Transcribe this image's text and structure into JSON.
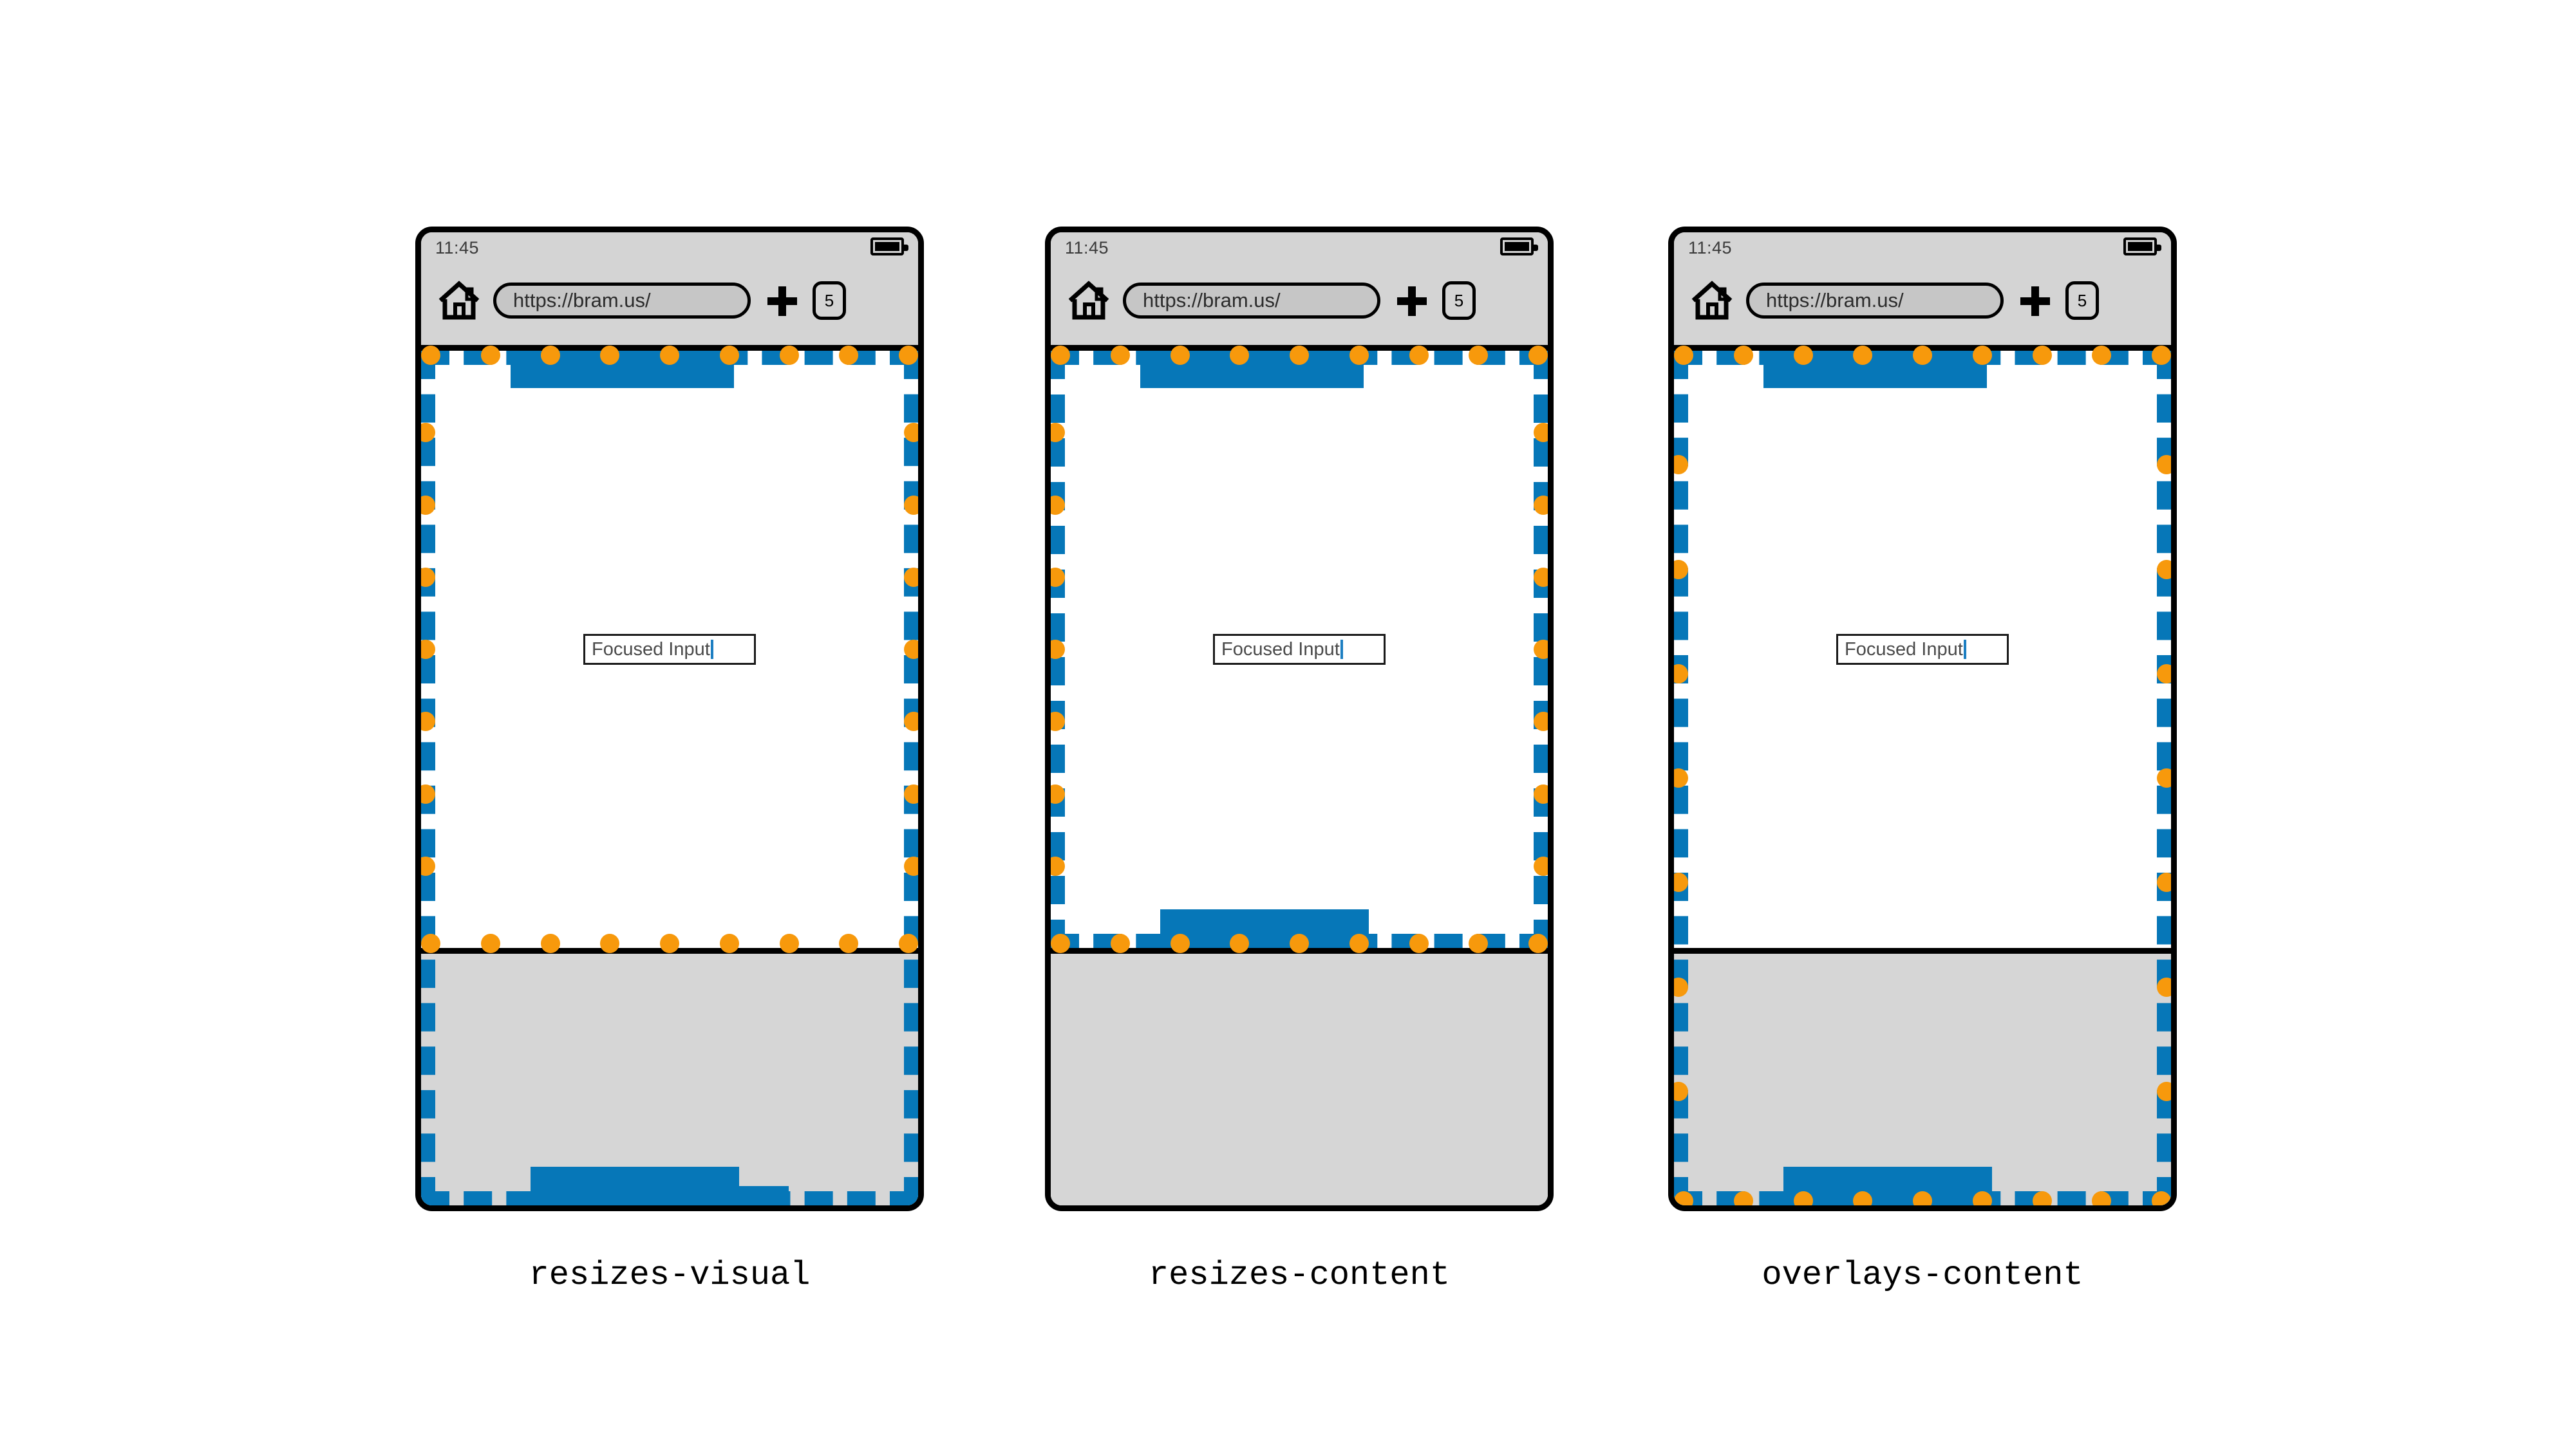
{
  "figure": {
    "title_labels": [
      "resizes-visual",
      "resizes-content",
      "overlays-content"
    ],
    "colors": {
      "layout_viewport_blue": "#0677b8",
      "visual_viewport_orange": "#f7990c",
      "keyboard_gray": "#d6d6d6",
      "chrome_gray": "#d4d4d4",
      "frame_black": "#000000",
      "page_white": "#ffffff"
    }
  },
  "browser_chrome": {
    "clock": "11:45",
    "url": "https://bram.us/",
    "tab_count": "5",
    "icons": {
      "home": "home-icon",
      "new_tab": "plus-icon",
      "battery": "battery-icon",
      "tabs": "tab-count-badge"
    }
  },
  "page_content": {
    "input_value": "Focused Input",
    "input_caret": "|"
  },
  "devices": [
    {
      "id": "resizes-visual",
      "label": "resizes-visual",
      "keyboard_visible": true,
      "layout_viewport": "full-screen (extends behind keyboard)",
      "visual_viewport": "shrunk to area above keyboard"
    },
    {
      "id": "resizes-content",
      "label": "resizes-content",
      "keyboard_visible": true,
      "layout_viewport": "shrunk to area above keyboard",
      "visual_viewport": "shrunk to area above keyboard"
    },
    {
      "id": "overlays-content",
      "label": "overlays-content",
      "keyboard_visible": true,
      "layout_viewport": "full-screen (extends behind keyboard)",
      "visual_viewport": "full-screen (extends behind keyboard)"
    }
  ]
}
